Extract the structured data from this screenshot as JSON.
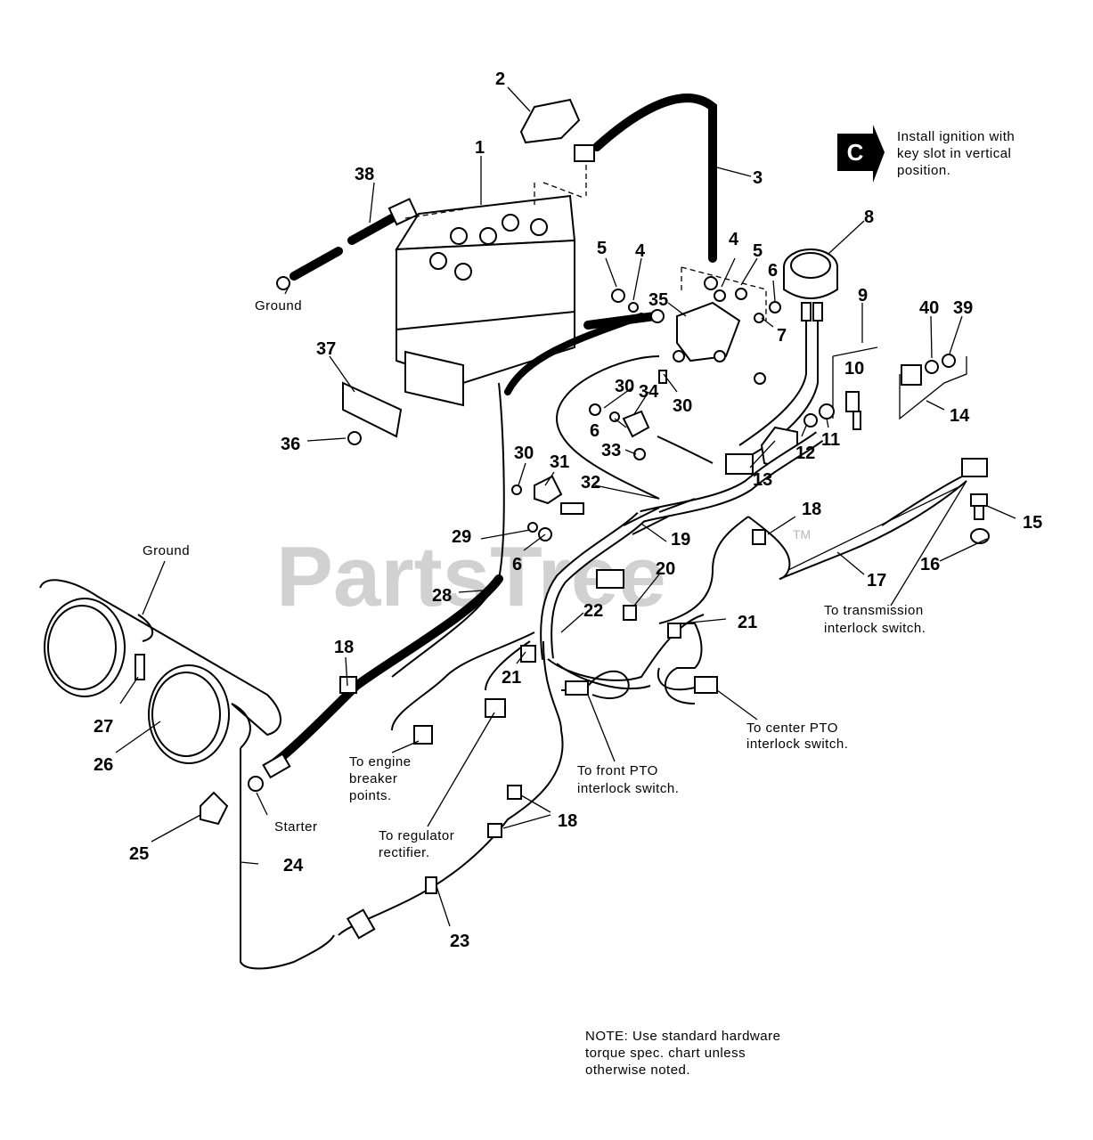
{
  "watermark": {
    "text": "PartsTree",
    "tm": "TM"
  },
  "callout": {
    "letter": "C",
    "text_lines": [
      "Install ignition with",
      "key slot in vertical",
      "position."
    ]
  },
  "labels": {
    "ground_top": "Ground",
    "ground_left": "Ground",
    "starter": "Starter",
    "transmission": [
      "To transmission",
      "interlock switch."
    ],
    "center_pto": [
      "To center PTO",
      "interlock switch."
    ],
    "front_pto": [
      "To front PTO",
      "interlock switch."
    ],
    "engine_breaker": [
      "To engine",
      "breaker",
      "points."
    ],
    "regulator": [
      "To regulator",
      "rectifier."
    ]
  },
  "note": [
    "NOTE:  Use standard hardware",
    "torque spec. chart unless",
    "otherwise noted."
  ],
  "part_numbers": {
    "n1": "1",
    "n2": "2",
    "n3": "3",
    "n4a": "4",
    "n4b": "4",
    "n5a": "5",
    "n5b": "5",
    "n6a": "6",
    "n6b": "6",
    "n6c": "6",
    "n7": "7",
    "n8": "8",
    "n9": "9",
    "n10": "10",
    "n11": "11",
    "n12": "12",
    "n13": "13",
    "n14": "14",
    "n15": "15",
    "n16": "16",
    "n17": "17",
    "n18a": "18",
    "n18b": "18",
    "n18c": "18",
    "n19": "19",
    "n20": "20",
    "n21a": "21",
    "n21b": "21",
    "n22": "22",
    "n23": "23",
    "n24": "24",
    "n25": "25",
    "n26": "26",
    "n27": "27",
    "n28": "28",
    "n29": "29",
    "n30a": "30",
    "n30b": "30",
    "n30c": "30",
    "n31": "31",
    "n32": "32",
    "n33": "33",
    "n34": "34",
    "n35": "35",
    "n36": "36",
    "n37": "37",
    "n38": "38",
    "n39": "39",
    "n40": "40"
  }
}
